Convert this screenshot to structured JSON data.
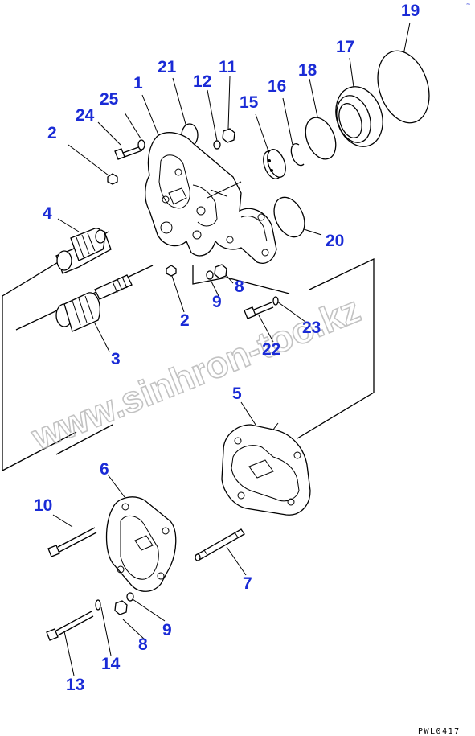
{
  "diagram": {
    "watermark": "www.sinhron-too.kz",
    "drawing_code": "PWL0417",
    "labels": {
      "p1": "1",
      "p2a": "2",
      "p2b": "2",
      "p3": "3",
      "p4": "4",
      "p5": "5",
      "p6": "6",
      "p7": "7",
      "p8a": "8",
      "p8b": "8",
      "p9a": "9",
      "p9b": "9",
      "p10": "10",
      "p11": "11",
      "p12": "12",
      "p13": "13",
      "p14": "14",
      "p15": "15",
      "p16": "16",
      "p17": "17",
      "p18": "18",
      "p19": "19",
      "p20": "20",
      "p21": "21",
      "p22": "22",
      "p23": "23",
      "p24": "24",
      "p25": "25"
    },
    "colors": {
      "label": "#1a2bd6",
      "line": "#000000",
      "watermark": "#b8b8b8"
    }
  }
}
